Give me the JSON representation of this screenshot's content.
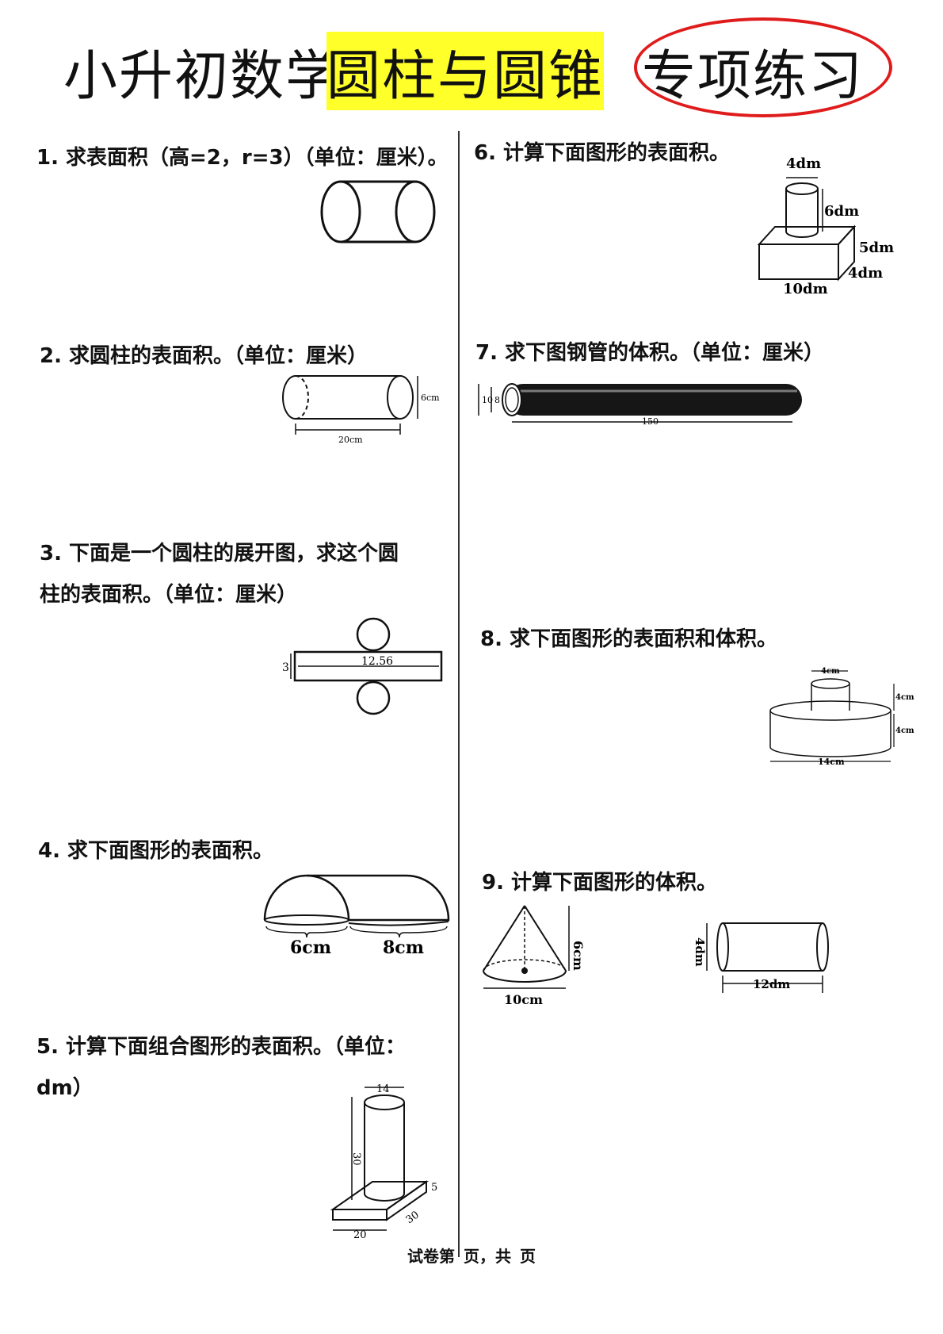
{
  "title": {
    "prefix": "小升初数学",
    "highlight": "圆柱与圆锥",
    "suffix": "专项练习",
    "highlight_color": "#ffff29",
    "circle_color": "#e01b1b"
  },
  "questions": {
    "q1": {
      "label": "1. 求表面积（高=2，r=3）（单位：厘米）。"
    },
    "q2": {
      "label": "2.  求圆柱的表面积。（单位：厘米）",
      "dims": [
        "6cm",
        "20cm"
      ]
    },
    "q3": {
      "line1": "3.  下面是一个圆柱的展开图，求这个圆",
      "line2": "柱的表面积。（单位：厘米）",
      "dims": [
        "12.56",
        "3"
      ]
    },
    "q4": {
      "label": "4.  求下面图形的表面积。",
      "dims": [
        "6cm",
        "8cm"
      ]
    },
    "q5": {
      "line1": "5.  计算下面组合图形的表面积。（单位：",
      "line2": "dm）",
      "dims": [
        "14",
        "30",
        "5",
        "20",
        "30"
      ]
    },
    "q6": {
      "label": "6.  计算下面图形的表面积。",
      "dims": [
        "4dm",
        "6dm",
        "5dm",
        "4dm",
        "10dm"
      ]
    },
    "q7": {
      "label": "7.  求下图钢管的体积。（单位：厘米）",
      "dims": [
        "10",
        "8",
        "150"
      ]
    },
    "q8": {
      "label": "8.  求下面图形的表面积和体积。",
      "dims": [
        "4cm",
        "4cm",
        "4cm",
        "14cm"
      ]
    },
    "q9": {
      "label": "9.  计算下面图形的体积。",
      "dims": [
        "6cm",
        "10cm",
        "4dm",
        "12dm"
      ]
    }
  },
  "footer": {
    "part1": "试卷第",
    "part2": "页，共",
    "part3": "页"
  }
}
